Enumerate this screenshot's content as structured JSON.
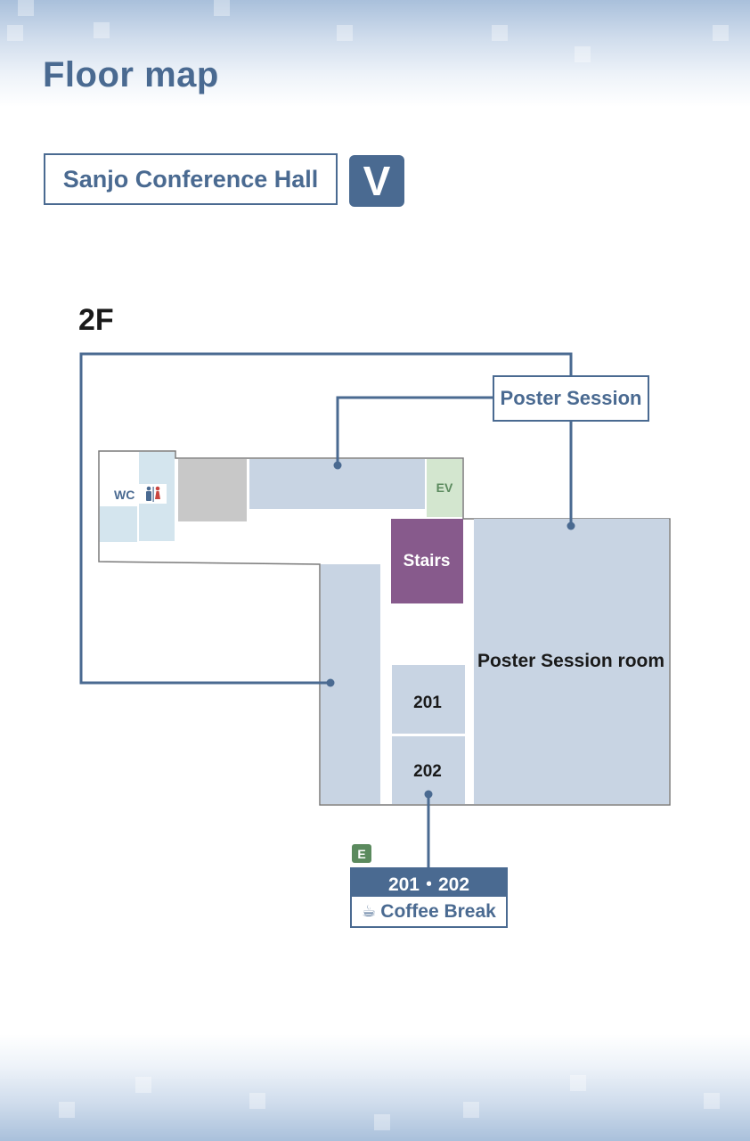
{
  "page": {
    "title": "Floor map",
    "venue": "Sanjo Conference Hall",
    "venue_code": "V",
    "floor": "2F"
  },
  "colors": {
    "accent": "#4a6a91",
    "room_fill": "#c8d4e3",
    "stairs": "#875a8c",
    "ev": "#d3e6cf",
    "wc_fill": "#d4e5ee",
    "gray_room": "#c8c8c8",
    "badge_green": "#5b8a5e"
  },
  "rooms": {
    "wc_label": "WC",
    "wc_icon": "restroom-icon",
    "ev_label": "EV",
    "stairs_label": "Stairs",
    "poster_room_label": "Poster Session room",
    "room_201": "201",
    "room_202": "202"
  },
  "callouts": {
    "poster_session": "Poster Session",
    "event_badge": "E",
    "break_rooms": "201・202",
    "break_icon": "coffee-cup-icon",
    "break_label": "Coffee Break"
  }
}
